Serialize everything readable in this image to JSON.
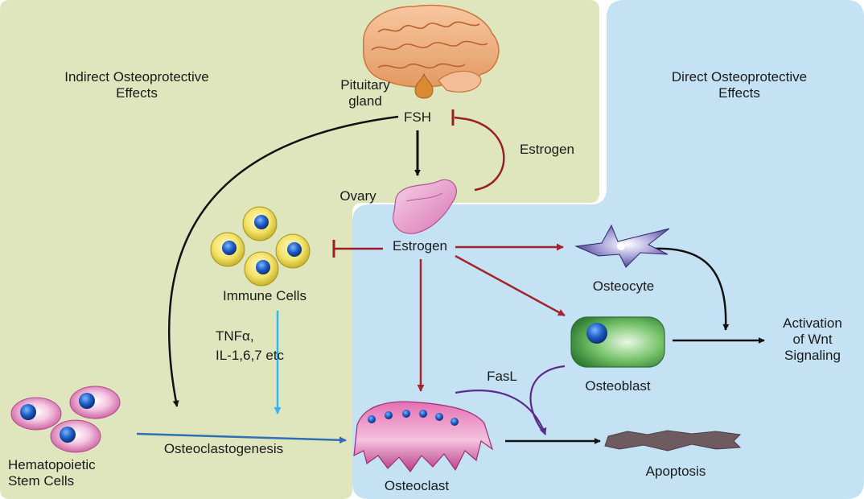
{
  "panels": {
    "indirect_title_line1": "Indirect Osteoprotective",
    "indirect_title_line2": "Effects",
    "direct_title_line1": "Direct Osteoprotective",
    "direct_title_line2": "Effects"
  },
  "nodes": {
    "pituitary_line1": "Pituitary",
    "pituitary_line2": "gland",
    "fsh": "FSH",
    "estrogen_feedback": "Estrogen",
    "ovary": "Ovary",
    "estrogen_center": "Estrogen",
    "immune_cells": "Immune Cells",
    "cytokines_line1": "TNFα,",
    "cytokines_line2": "IL-1,6,7 etc",
    "osteocyte": "Osteocyte",
    "activation_line1": "Activation",
    "activation_line2": "of Wnt",
    "activation_line3": "Signaling",
    "osteoblast": "Osteoblast",
    "fasl": "FasL",
    "hsc_line1": "Hematopoietic",
    "hsc_line2": "Stem Cells",
    "osteoclastogenesis": "Osteoclastogenesis",
    "osteoclast": "Osteoclast",
    "apoptosis": "Apoptosis"
  },
  "colors": {
    "indirect_panel": "#dfe6bd",
    "direct_panel": "#c4e2f4",
    "inhibition": "#9b1c2c",
    "stimulation_red": "#a1262c",
    "black_arrow": "#111111",
    "cytokine_arrow": "#37b6ec",
    "osteoclastogenesis_arrow": "#2f6fb4",
    "fasl_arrow": "#5a2c8c"
  }
}
